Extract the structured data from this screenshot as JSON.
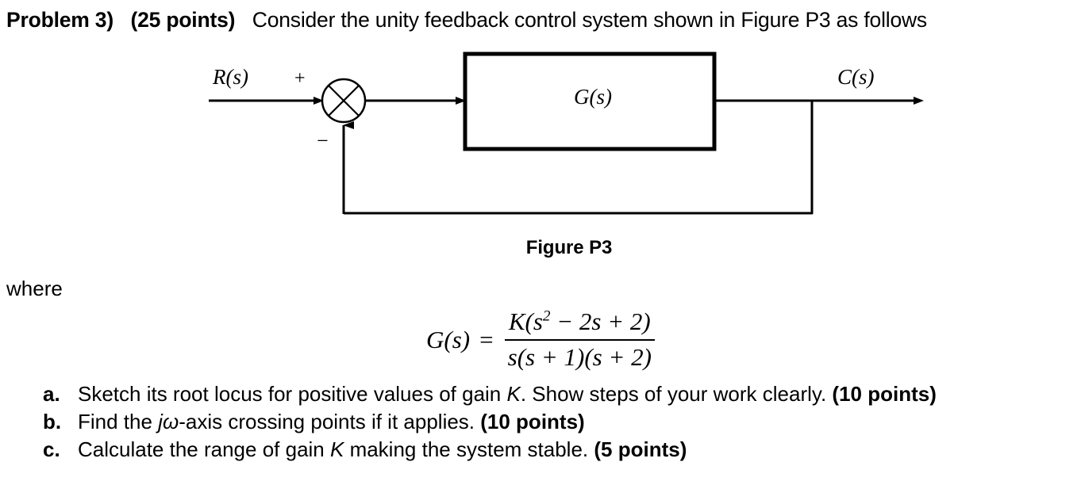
{
  "problem": {
    "label": "Problem 3)",
    "points": "(25 points)",
    "statement": "Consider the unity feedback control system shown in Figure P3 as follows"
  },
  "figure": {
    "caption": "Figure P3",
    "input_label": "R(s)",
    "output_label": "C(s)",
    "block_label": "G(s)",
    "summing_plus": "+",
    "summing_minus": "−",
    "line_color": "#000000"
  },
  "where_text": "where",
  "equation": {
    "lhs": "G(s)",
    "equals": "=",
    "numerator_pre": "K(s",
    "numerator_exp": "2",
    "numerator_post": " − 2s + 2)",
    "denominator": "s(s + 1)(s + 2)"
  },
  "questions": [
    {
      "marker": "a.",
      "pre": "Sketch its root locus for positive values of gain ",
      "italic": "K",
      "mid": ". Show steps of your work clearly. ",
      "points": "(10 points)",
      "post": ""
    },
    {
      "marker": "b.",
      "pre": "Find the ",
      "italic": "jω",
      "mid": "-axis crossing points if it applies. ",
      "points": "(10 points)",
      "post": ""
    },
    {
      "marker": "c.",
      "pre": "Calculate the range of gain ",
      "italic": "K",
      "mid": " making the system stable. ",
      "points": "(5 points)",
      "post": ""
    }
  ]
}
